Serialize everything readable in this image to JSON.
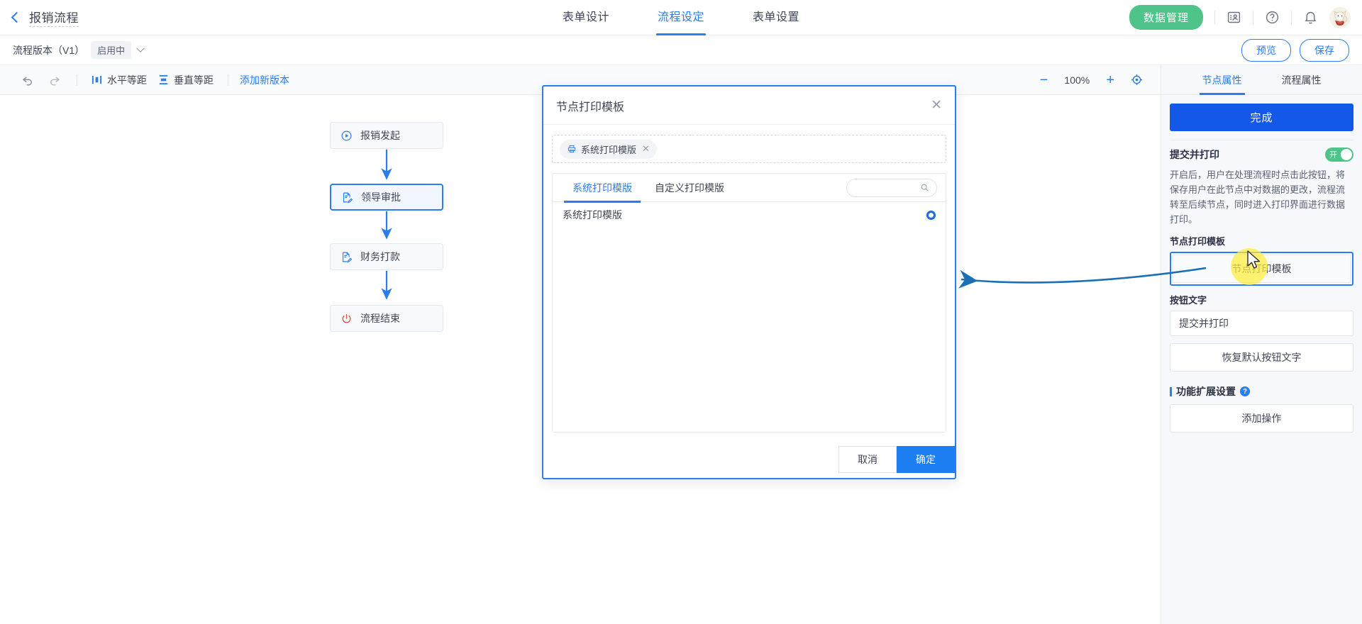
{
  "header": {
    "back_icon": "chevron-left-icon",
    "title": "报销流程",
    "tabs": [
      {
        "label": "表单设计",
        "active": false
      },
      {
        "label": "流程设定",
        "active": true
      },
      {
        "label": "表单设置",
        "active": false
      }
    ],
    "data_button": "数据管理",
    "icons": [
      "contact-card-icon",
      "help-circle-icon",
      "bell-icon"
    ],
    "avatar": "lucky-cat-avatar",
    "accent_color": "#2b7ced",
    "green_color": "#4fc48a"
  },
  "version_bar": {
    "label": "流程版本（V1）",
    "badge": "启用中",
    "dropdown_icon": "chevron-down-icon",
    "preview": "预览",
    "save": "保存"
  },
  "toolbar": {
    "undo_icon": "undo-arrow-icon",
    "redo_icon": "redo-arrow-icon",
    "horizontal_label": "水平等距",
    "vertical_label": "垂直等距",
    "add_version_link": "添加新版本",
    "zoom_out": "−",
    "zoom_value": "100%",
    "zoom_in": "+",
    "fit_icon": "focus-target-icon"
  },
  "canvas": {
    "nodes": [
      {
        "label": "报销发起",
        "icon": "play-circle-icon",
        "selected": false
      },
      {
        "label": "领导审批",
        "icon": "edit-doc-icon",
        "selected": true
      },
      {
        "label": "财务打款",
        "icon": "edit-doc-icon",
        "selected": false
      },
      {
        "label": "流程结束",
        "icon": "power-off-icon",
        "selected": false
      }
    ]
  },
  "modal": {
    "title": "节点打印模板",
    "close_icon": "close-icon",
    "chip": {
      "label": "系统打印模版",
      "icon": "printer-icon",
      "remove_icon": "close-icon"
    },
    "tabs": [
      {
        "label": "系统打印模版",
        "active": true
      },
      {
        "label": "自定义打印模版",
        "active": false
      }
    ],
    "search_placeholder": "",
    "search_value": "",
    "search_icon": "search-icon",
    "list": [
      {
        "label": "系统打印模版",
        "selected": true
      }
    ],
    "cancel": "取消",
    "confirm": "确定"
  },
  "right_panel": {
    "tabs": [
      {
        "label": "节点属性",
        "active": true
      },
      {
        "label": "流程属性",
        "active": false
      }
    ],
    "done_button": "完成",
    "submit_print_label": "提交并打印",
    "toggle_state": "开",
    "description": "开启后，用户在处理流程时点击此按钮，将保存用户在此节点中对数据的更改，流程流转至后续节点，同时进入打印界面进行数据打印。",
    "print_template_label": "节点打印模板",
    "print_template_button": "节点打印模板",
    "button_text_label": "按钮文字",
    "button_text_value": "提交并打印",
    "restore_default": "恢复默认按钮文字",
    "ext_section_label": "功能扩展设置",
    "ext_help_icon": "help-circle-icon",
    "add_action": "添加操作"
  },
  "annotation": {
    "arrow": "curved-arrow-pointing-left",
    "cursor": "mouse-pointer-icon",
    "highlight": "yellow-click-halo"
  }
}
